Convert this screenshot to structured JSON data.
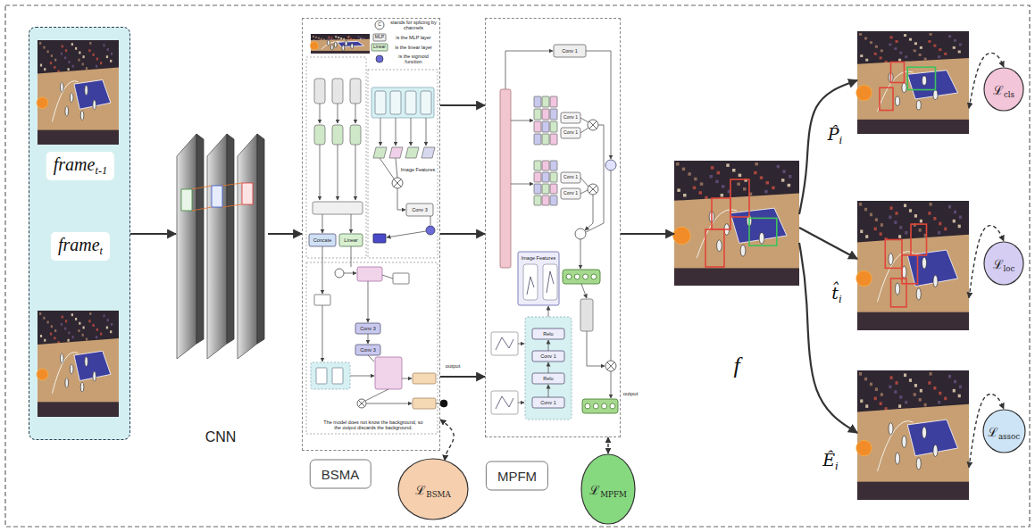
{
  "diagram": {
    "nodes": [
      {
        "text": [
          "frame",
          "t-1",
          "frame",
          "t"
        ]
      },
      {
        "text": [
          "CNN"
        ]
      },
      {
        "text": [
          "BSMA"
        ]
      },
      {
        "text": [
          "MPFM"
        ]
      },
      {
        "text": [
          "f"
        ]
      },
      {
        "text": [
          "P̂",
          "i"
        ]
      },
      {
        "text": [
          "t̂",
          "i"
        ]
      },
      {
        "text": [
          "Ê",
          "i"
        ]
      },
      {
        "text": [
          "ℒ",
          "cls"
        ]
      },
      {
        "text": [
          "ℒ",
          "loc"
        ]
      },
      {
        "text": [
          "ℒ",
          "assoc"
        ]
      },
      {
        "text": [
          "ℒ",
          "BSMA"
        ]
      },
      {
        "text": [
          "ℒ",
          "MPFM"
        ]
      }
    ],
    "edges": [
      {
        "from": 0,
        "to": 1,
        "arrow": "to"
      },
      {
        "from": 1,
        "to": 2,
        "arrow": "to"
      },
      {
        "from": 2,
        "to": 3,
        "arrow": "to"
      },
      {
        "from": 2,
        "to": 3,
        "arrow": "to"
      },
      {
        "from": 2,
        "to": 3,
        "arrow": "to"
      },
      {
        "from": 3,
        "to": 4,
        "arrow": "to"
      },
      {
        "from": 4,
        "to": 5,
        "arrow": "to"
      },
      {
        "from": 4,
        "to": 6,
        "arrow": "to"
      },
      {
        "from": 4,
        "to": 7,
        "arrow": "to"
      },
      {
        "from": 5,
        "to": 8,
        "arrow": "both"
      },
      {
        "from": 6,
        "to": 9,
        "arrow": "both"
      },
      {
        "from": 7,
        "to": 10,
        "arrow": "both"
      },
      {
        "from": 2,
        "to": 11,
        "arrow": "both"
      },
      {
        "from": 3,
        "to": 12,
        "arrow": "both"
      }
    ],
    "labels": [
      "C",
      "stands for splicing by channels",
      "MLP",
      "is the MLP layer",
      "Linear",
      "is the linear layer",
      "is the sigmoid function",
      "Image Features",
      "Conv 3",
      "Concate",
      "Linear",
      "Conv 3",
      "Conv 3",
      "output",
      "The model does not know the background, so the output discards the background.",
      "Conv 1",
      "Conv 1",
      "Conv 1",
      "Conv 1",
      "Conv 1",
      "Image Features",
      "Relu",
      "Conv 1",
      "Relu",
      "Conv 1",
      "output"
    ]
  }
}
